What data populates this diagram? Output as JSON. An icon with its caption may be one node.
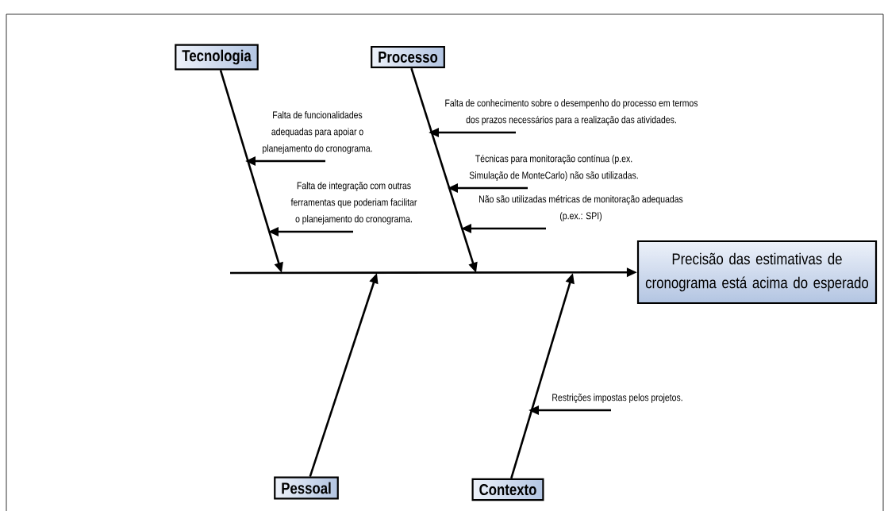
{
  "diagram": {
    "nodes": [
      {
        "text": [
          "Tecnologia"
        ]
      },
      {
        "text": [
          "Processo"
        ]
      },
      {
        "text": [
          "Precisão das estimativas de cronograma está acima do esperado"
        ]
      },
      {
        "text": [
          "Pessoal"
        ]
      },
      {
        "text": [
          "Contexto"
        ]
      },
      {
        "text": [
          "Falta de funcionalidades adequadas para apoiar o planejamento do cronograma."
        ]
      },
      {
        "text": [
          "Falta de integração com outras ferramentas que poderiam facilitar o planejamento do cronograma."
        ]
      },
      {
        "text": [
          "Falta de conhecimento sobre o desempenho do processo em termos dos prazos necessários para a realização das atividades."
        ]
      },
      {
        "text": [
          "Técnicas para monitoração contínua (p.ex. Simulação de MonteCarlo) não são utilizadas."
        ]
      },
      {
        "text": [
          "Não são utilizadas métricas de monitoração adequadas (p.ex.: SPI)"
        ]
      },
      {
        "text": [
          "Restrições impostas pelos projetos."
        ]
      }
    ],
    "edges": [
      {
        "from": 0,
        "to": null,
        "arrow": "to"
      },
      {
        "from": 1,
        "to": null,
        "arrow": "to"
      },
      {
        "from": 3,
        "to": null,
        "arrow": "to"
      },
      {
        "from": 4,
        "to": null,
        "arrow": "to"
      },
      {
        "from": null,
        "to": 2,
        "arrow": "to"
      },
      {
        "from": 5,
        "to": null,
        "arrow": "to"
      },
      {
        "from": 6,
        "to": null,
        "arrow": "to"
      },
      {
        "from": 7,
        "to": null,
        "arrow": "to"
      },
      {
        "from": 8,
        "to": null,
        "arrow": "to"
      },
      {
        "from": 9,
        "to": null,
        "arrow": "to"
      },
      {
        "from": 10,
        "to": null,
        "arrow": "to"
      }
    ]
  }
}
